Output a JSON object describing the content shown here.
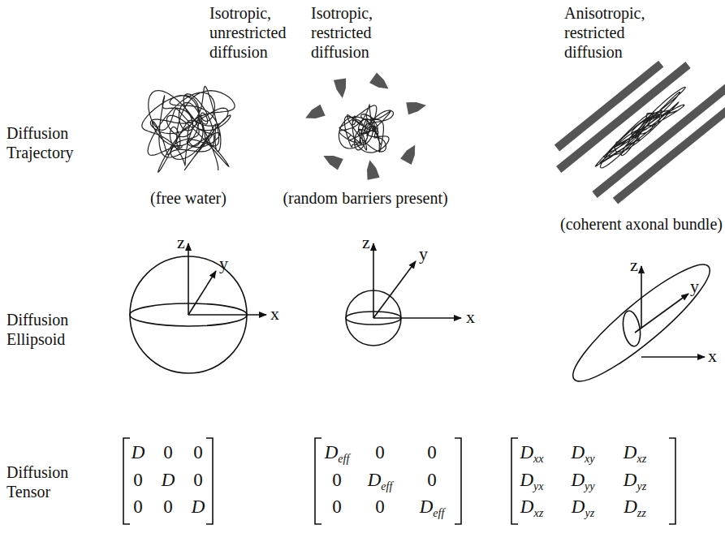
{
  "diagram": {
    "labels": [
      "Isotropic, unrestricted diffusion",
      "Isotropic, restricted diffusion",
      "Anisotropic, restricted diffusion",
      "Diffusion Trajectory",
      "(free water)",
      "(random barriers present)",
      "(coherent axonal bundle)",
      "Diffusion Ellipsoid",
      "z",
      "y",
      "x",
      "z",
      "y",
      "x",
      "z",
      "y",
      "x",
      "Diffusion Tensor",
      "D",
      "0",
      "0",
      "0",
      "D",
      "0",
      "0",
      "0",
      "D",
      "D",
      "eff",
      "0",
      "0",
      "0",
      "D",
      "eff",
      "0",
      "0",
      "0",
      "D",
      "eff",
      "D",
      "xx",
      "D",
      "xy",
      "D",
      "xz",
      "D",
      "yx",
      "D",
      "yy",
      "D",
      "yz",
      "D",
      "xz",
      "D",
      "yz",
      "D",
      "zz"
    ]
  }
}
